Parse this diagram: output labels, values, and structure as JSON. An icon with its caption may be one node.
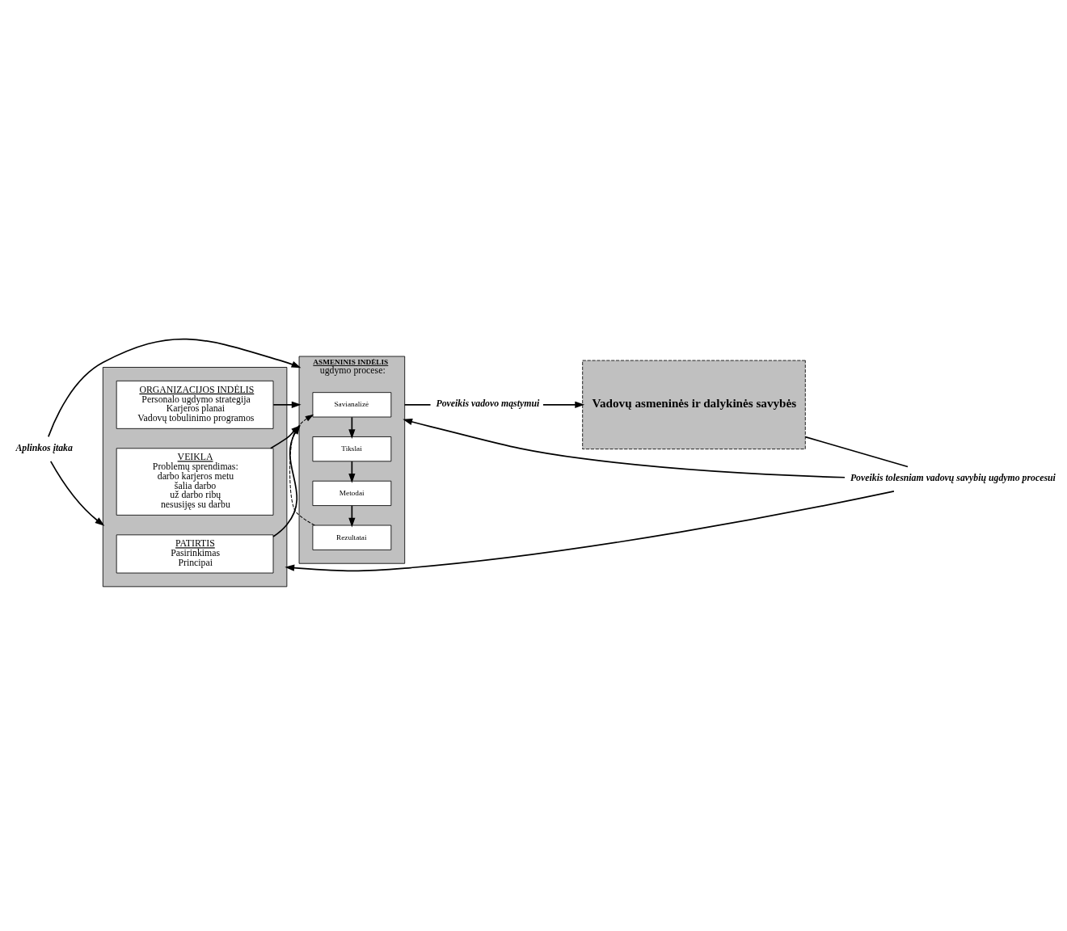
{
  "diagram": {
    "nodes": [
      {
        "text": [],
        "shape": "box"
      },
      {
        "text": [
          "PATIRTIS",
          "Pasirinkimas",
          "Principai"
        ],
        "in": 0
      },
      {
        "text": [
          "VEIKLA",
          "Problemų sprendimas:",
          "darbo karjeros metu",
          "šalia darbo",
          "už darbo ribų",
          "nesusijęs su darbu"
        ],
        "in": 0
      },
      {
        "text": [
          "ORGANIZACIJOS INDĖLIS",
          "Personalo ugdymo strategija",
          "Karjeros planai",
          "Vadovų tobulinimo programos"
        ],
        "in": 0
      },
      {
        "text": [
          "ASMENINIS INDĖLIS",
          "ugdymo procese:"
        ]
      },
      {
        "text": [
          "Savianalizė"
        ],
        "in": 4
      },
      {
        "text": [
          "Tikslai"
        ],
        "in": 4
      },
      {
        "text": [
          "Metodai"
        ],
        "in": 4
      },
      {
        "text": [
          "Rezultatai"
        ],
        "in": 4
      },
      {
        "text": [
          "Vadovų asmeninės ir dalykinės savybės"
        ]
      },
      {
        "text": [
          "Poveikis tolesniam vadovų savybių ugdymo procesui"
        ]
      },
      {
        "text": [
          "Poveikis vadovo mąstymui"
        ]
      },
      {
        "text": [
          "Aplinkos įtaka"
        ]
      }
    ],
    "edges": [
      {
        "from": 1,
        "to": 4,
        "arrow": "to"
      },
      {
        "from": 2,
        "to": 4,
        "arrow": "to"
      },
      {
        "from": 3,
        "to": 4,
        "arrow": "to"
      },
      {
        "from": 5,
        "to": 6,
        "arrow": "to"
      },
      {
        "from": 6,
        "to": 7,
        "arrow": "to"
      },
      {
        "from": 7,
        "to": 8,
        "arrow": "to"
      },
      {
        "from": 8,
        "to": 5,
        "arrow": "to",
        "style": "dashed"
      },
      {
        "from": 4,
        "to": 11,
        "arrow": "none"
      },
      {
        "from": 11,
        "to": 9,
        "arrow": "to"
      },
      {
        "from": 9,
        "to": 10,
        "arrow": "none"
      },
      {
        "from": 10,
        "to": 0,
        "arrow": "to"
      },
      {
        "from": 10,
        "to": 4,
        "arrow": "to"
      },
      {
        "from": 12,
        "to": 0,
        "arrow": "to"
      },
      {
        "from": 12,
        "to": 4,
        "arrow": "to"
      }
    ]
  }
}
